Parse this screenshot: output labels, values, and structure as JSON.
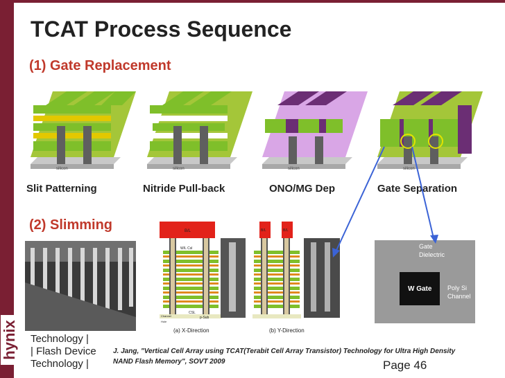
{
  "title": "TCAT Process Sequence",
  "section1": "(1) Gate Replacement",
  "section2": "(2) Slimming",
  "steps": [
    "Slit Patterning",
    "Nitride Pull-back",
    "ONO/MG Dep",
    "Gate Separation"
  ],
  "block_label": "silicon",
  "xdir_caption": "(a) X-Direction",
  "ydir_caption": "(b) Y-Direction",
  "sem_labels": {
    "gate_dielectric_1": "Gate",
    "gate_dielectric_2": "Dielectric",
    "w_gate": "W Gate",
    "poly_1": "Poly Si",
    "poly_2": "Channel"
  },
  "diagram_labels": {
    "bl": "B/L",
    "wl_csl": "W/L Csl",
    "csl": "CSL",
    "psub": "p-Sub",
    "channel": "Channel",
    "hole": "Hole"
  },
  "footer_lines": [
    "Technology |",
    "| Flash Device",
    "Technology |"
  ],
  "citation": "J. Jang, \"Vertical Cell Array using TCAT(Terabit Cell Array Transistor) Technology for Ultra High Density NAND Flash Memory\", SOVT 2009",
  "page": "Page 46",
  "logo": "hynix",
  "colors": {
    "accent": "#7a1f33",
    "heading": "#c0392b",
    "green": "#7fbf2a",
    "yellow": "#e3c800",
    "purple": "#6b2e74",
    "lavender": "#d9a6e6"
  }
}
